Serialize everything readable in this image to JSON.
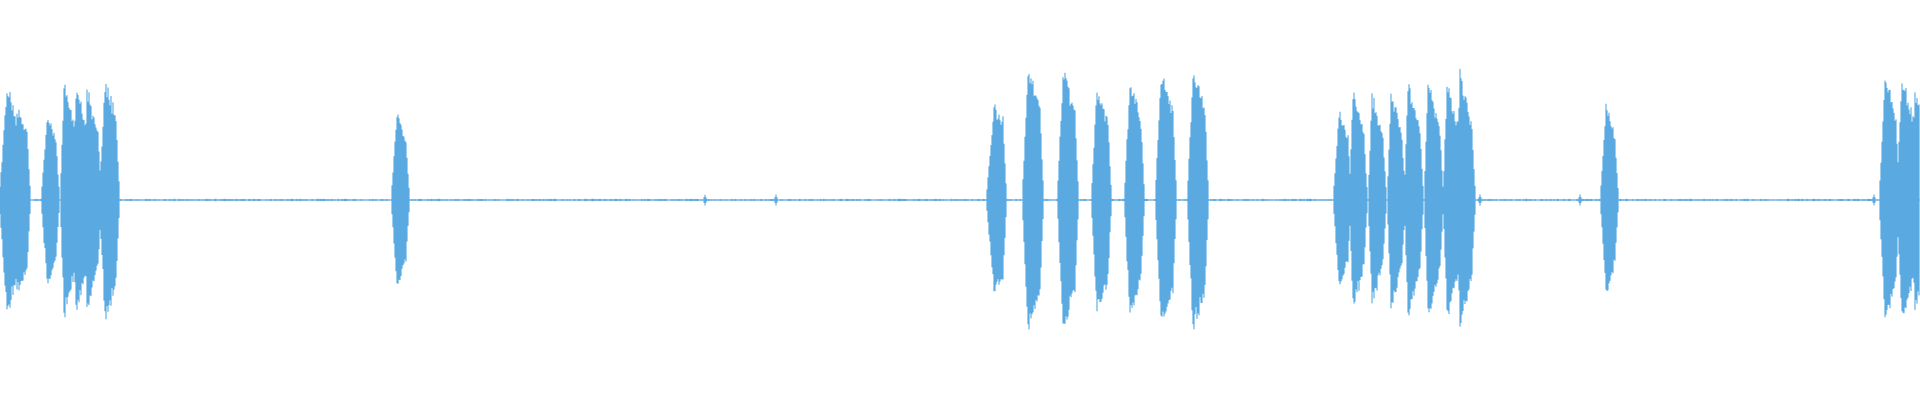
{
  "waveform": {
    "color": "#5aa9e0",
    "background": "#ffffff",
    "bursts": [
      {
        "start": 0.0,
        "attack": 0.004,
        "peak": 0.85,
        "mid": 0.55
      },
      {
        "start": 0.006,
        "attack": 0.003,
        "peak": 0.7,
        "mid": 0.5
      },
      {
        "start": 0.022,
        "attack": 0.003,
        "peak": 0.62,
        "mid": 0.42
      },
      {
        "start": 0.032,
        "attack": 0.002,
        "peak": 0.85,
        "mid": 0.45
      },
      {
        "start": 0.038,
        "attack": 0.002,
        "peak": 0.85,
        "mid": 0.45
      },
      {
        "start": 0.044,
        "attack": 0.002,
        "peak": 0.82,
        "mid": 0.42
      },
      {
        "start": 0.052,
        "attack": 0.003,
        "peak": 0.88,
        "mid": 0.6
      },
      {
        "start": 0.204,
        "attack": 0.003,
        "peak": 0.65,
        "mid": 0.4
      },
      {
        "start": 0.514,
        "attack": 0.004,
        "peak": 0.7,
        "mid": 0.62
      },
      {
        "start": 0.533,
        "attack": 0.003,
        "peak": 0.97,
        "mid": 0.65
      },
      {
        "start": 0.551,
        "attack": 0.003,
        "peak": 0.95,
        "mid": 0.65
      },
      {
        "start": 0.569,
        "attack": 0.003,
        "peak": 0.85,
        "mid": 0.55
      },
      {
        "start": 0.586,
        "attack": 0.003,
        "peak": 0.88,
        "mid": 0.55
      },
      {
        "start": 0.602,
        "attack": 0.003,
        "peak": 0.93,
        "mid": 0.65
      },
      {
        "start": 0.619,
        "attack": 0.003,
        "peak": 0.97,
        "mid": 0.65
      },
      {
        "start": 0.695,
        "attack": 0.003,
        "peak": 0.65,
        "mid": 0.42
      },
      {
        "start": 0.703,
        "attack": 0.002,
        "peak": 0.82,
        "mid": 0.42
      },
      {
        "start": 0.713,
        "attack": 0.002,
        "peak": 0.78,
        "mid": 0.42
      },
      {
        "start": 0.723,
        "attack": 0.002,
        "peak": 0.8,
        "mid": 0.42
      },
      {
        "start": 0.732,
        "attack": 0.002,
        "peak": 0.85,
        "mid": 0.45
      },
      {
        "start": 0.742,
        "attack": 0.002,
        "peak": 0.9,
        "mid": 0.45
      },
      {
        "start": 0.752,
        "attack": 0.002,
        "peak": 0.88,
        "mid": 0.45
      },
      {
        "start": 0.759,
        "attack": 0.002,
        "peak": 0.95,
        "mid": 0.45
      },
      {
        "start": 0.834,
        "attack": 0.003,
        "peak": 0.7,
        "mid": 0.4
      },
      {
        "start": 0.979,
        "attack": 0.003,
        "peak": 0.92,
        "mid": 0.55
      },
      {
        "start": 0.988,
        "attack": 0.003,
        "peak": 0.9,
        "mid": 0.55
      },
      {
        "start": 0.995,
        "attack": 0.003,
        "peak": 0.8,
        "mid": 0.5
      }
    ],
    "blips": [
      0.0595,
      0.2115,
      0.404,
      0.367,
      0.771,
      0.823,
      0.976
    ],
    "noise_level": 0.006
  }
}
